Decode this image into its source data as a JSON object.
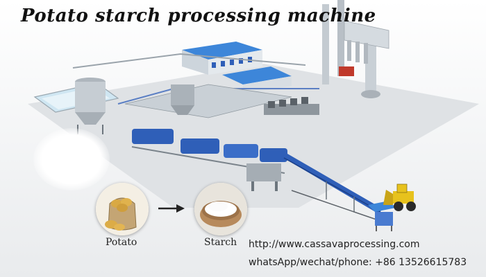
{
  "title": "Potato starch processing machine",
  "products": {
    "raw_label": "Potato",
    "final_label": "Starch"
  },
  "contact": {
    "website": "http://www.cassavaprocessing.com",
    "phone_line": "whatsApp/wechat/phone: +86 13526615783"
  },
  "colors": {
    "machine_blue": "#2f5fb8",
    "roof_blue": "#3d86d9",
    "steel": "#b9c0c7",
    "water": "#cfe6f2",
    "loader_yellow": "#e7c21d"
  },
  "icons": [
    "flow-arrow-icon",
    "potato-sack-icon",
    "starch-bowl-icon"
  ]
}
